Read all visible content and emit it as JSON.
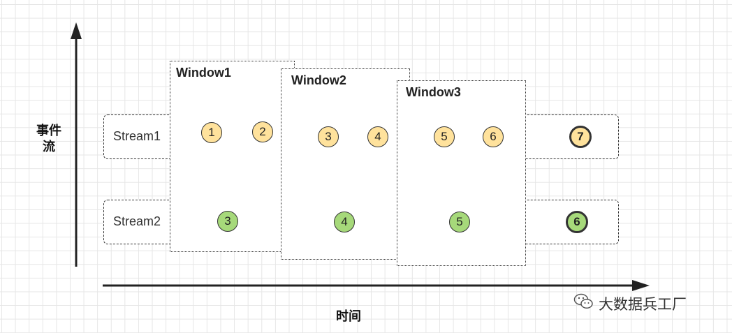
{
  "y_axis_label_line1": "事件",
  "y_axis_label_line2": "流",
  "x_axis_label": "时间",
  "streams": [
    {
      "label": "Stream1",
      "overflow_event": "7"
    },
    {
      "label": "Stream2",
      "overflow_event": "6"
    }
  ],
  "windows": [
    {
      "title": "Window1",
      "stream1_events": [
        "1",
        "2"
      ],
      "stream2_events": [
        "3"
      ]
    },
    {
      "title": "Window2",
      "stream1_events": [
        "3",
        "4"
      ],
      "stream2_events": [
        "4"
      ]
    },
    {
      "title": "Window3",
      "stream1_events": [
        "5",
        "6"
      ],
      "stream2_events": [
        "5"
      ]
    }
  ],
  "colors": {
    "stream1_event": "#ffe29c",
    "stream2_event": "#a6d97a",
    "axis": "#222222"
  },
  "watermark": {
    "icon": "wechat-icon",
    "text": "大数据兵工厂"
  }
}
